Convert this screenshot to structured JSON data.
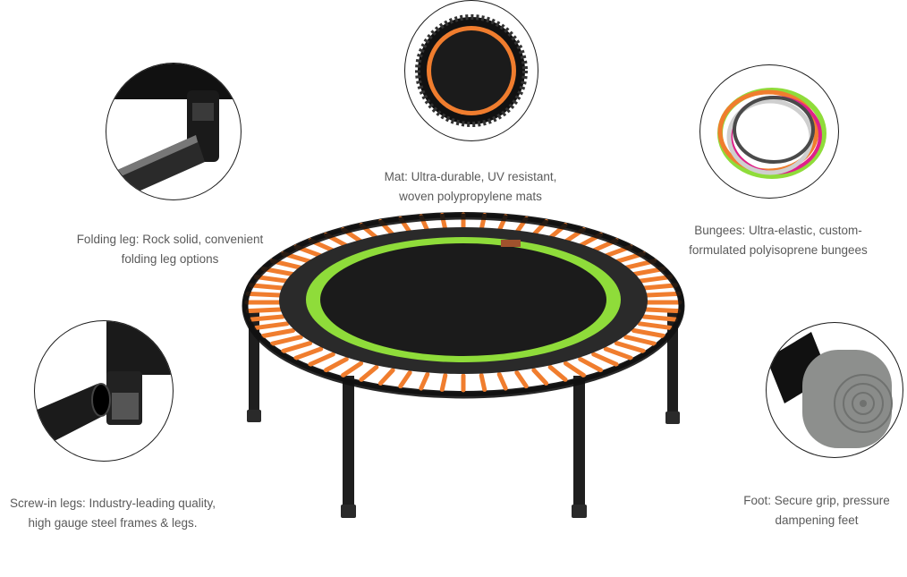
{
  "features": {
    "mat": {
      "line1": "Mat: Ultra-durable, UV resistant,",
      "line2": "woven polypropylene mats"
    },
    "folding_leg": {
      "line1": "Folding leg: Rock solid, convenient",
      "line2": "folding leg options"
    },
    "bungees": {
      "line1": "Bungees: Ultra-elastic, custom-",
      "line2": "formulated polyisoprene bungees"
    },
    "screw_in_legs": {
      "line1": "Screw-in legs: Industry-leading quality,",
      "line2": "high gauge steel frames & legs."
    },
    "foot": {
      "line1": "Foot: Secure grip, pressure",
      "line2": "dampening feet"
    }
  },
  "icons": [
    "mat-detail-image",
    "folding-leg-detail-image",
    "bungees-detail-image",
    "screw-in-leg-detail-image",
    "foot-detail-image",
    "trampoline-image"
  ],
  "colors": {
    "bungee_orange": "#f07d2e",
    "mat_ring_green": "#8fdc3a",
    "mat_black": "#1b1b1b",
    "frame_black": "#1a1a1a",
    "foot_grey": "#8d8f8d"
  }
}
